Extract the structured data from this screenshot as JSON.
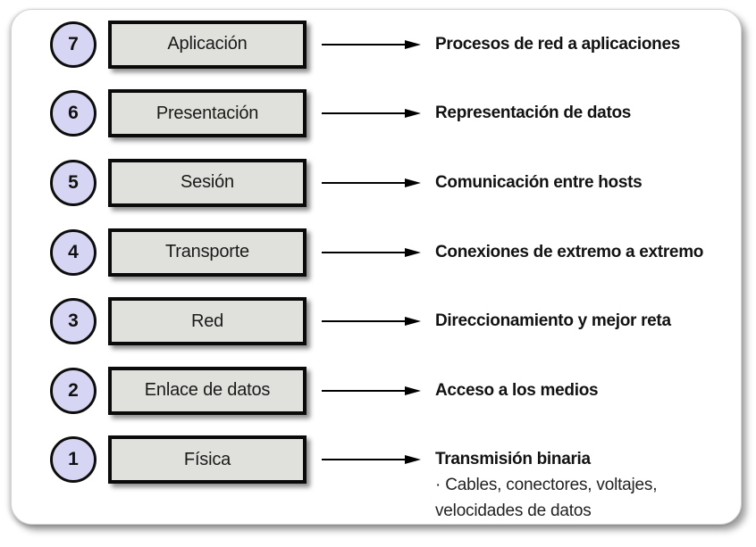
{
  "diagram": {
    "rows": [
      {
        "number": "7",
        "layer": "Aplicación",
        "description": "Procesos de red a aplicaciones"
      },
      {
        "number": "6",
        "layer": "Presentación",
        "description": "Representación de datos"
      },
      {
        "number": "5",
        "layer": "Sesión",
        "description": "Comunicación entre hosts"
      },
      {
        "number": "4",
        "layer": "Transporte",
        "description": "Conexiones de extremo a extremo"
      },
      {
        "number": "3",
        "layer": "Red",
        "description": "Direccionamiento y mejor reta"
      },
      {
        "number": "2",
        "layer": "Enlace de datos",
        "description": "Acceso a los medios"
      },
      {
        "number": "1",
        "layer": "Física",
        "description": "Transmisión binaria",
        "details": [
          "· Cables, conectores, voltajes,",
          "velocidades de datos"
        ]
      }
    ],
    "colors": {
      "circle_fill": "#d6d6f4",
      "box_fill": "#e0e0dc",
      "outline": "#0a0a0a",
      "card_background": "#ffffff"
    }
  }
}
